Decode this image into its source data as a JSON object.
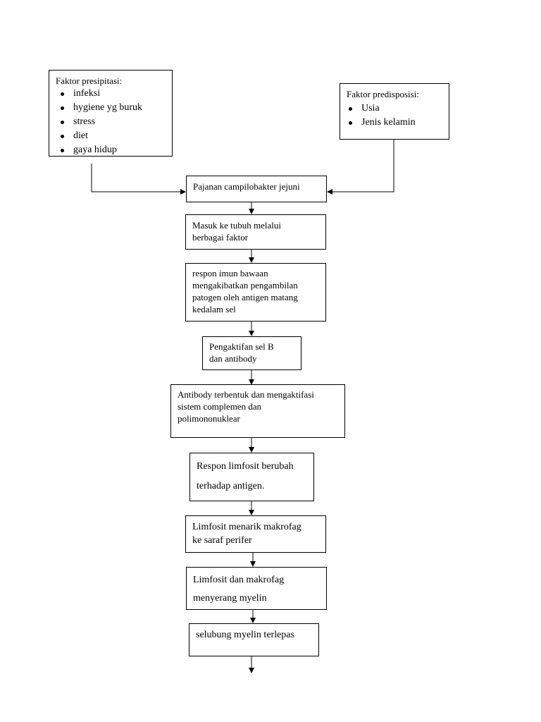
{
  "precipitating": {
    "title": "Faktor presipitasi:",
    "items": [
      "infeksi",
      "hygiene yg buruk",
      "stress",
      "diet",
      "gaya hidup"
    ]
  },
  "predisposing": {
    "title": "Faktor predisposisi:",
    "items": [
      "Usia",
      "Jenis kelamin"
    ]
  },
  "steps": [
    {
      "lines": [
        "Pajanan campilobakter jejuni"
      ]
    },
    {
      "lines": [
        "Masuk ke tubuh melalui",
        "berbagai faktor"
      ]
    },
    {
      "lines": [
        "respon imun bawaan",
        "mengakibatkan pengambilan",
        "patogen oleh antigen matang",
        "kedalam sel"
      ]
    },
    {
      "lines": [
        "Pengaktifan sel B",
        "dan antibody"
      ]
    },
    {
      "lines": [
        "Antibody terbentuk dan mengaktifasi",
        "sistem complemen dan",
        "polimononuklear"
      ]
    },
    {
      "lines": [
        "Respon  limfosit  berubah",
        "terhadap antigen."
      ]
    },
    {
      "lines": [
        "Limfosit menarik makrofag",
        "ke saraf perifer"
      ]
    },
    {
      "lines": [
        "Limfosit dan makrofag",
        "menyerang myelin"
      ]
    },
    {
      "lines": [
        "selubung myelin terlepas"
      ]
    }
  ]
}
